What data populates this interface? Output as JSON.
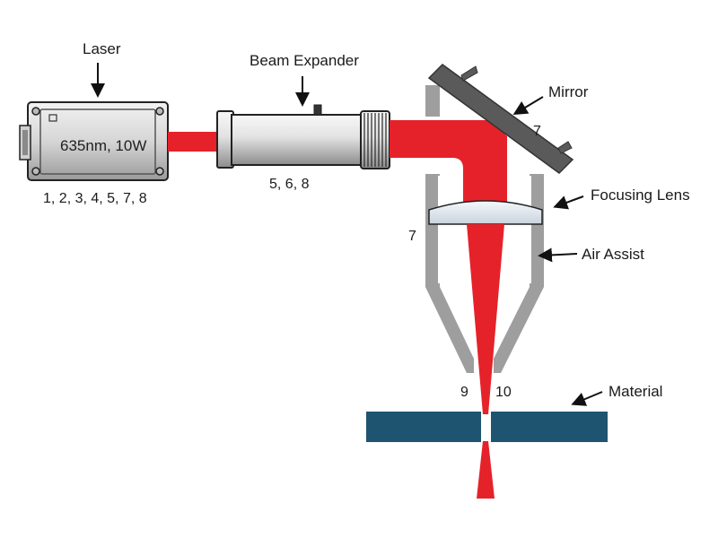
{
  "labels": {
    "laser": "Laser",
    "laser_spec": "635nm, 10W",
    "laser_refs": "1, 2, 3, 4, 5, 7, 8",
    "beam_expander": "Beam Expander",
    "beam_expander_refs": "5, 6, 8",
    "mirror": "Mirror",
    "mirror_ref": "7",
    "focusing_lens": "Focusing Lens",
    "nozzle_ref": "7",
    "air_assist": "Air Assist",
    "material": "Material",
    "ref_9": "9",
    "ref_10": "10"
  },
  "colors": {
    "beam": "#e5222a",
    "housing": "#9e9e9e",
    "mirror": "#5a5a5a",
    "material": "#1f5470",
    "laser_body": "#c9c9c9",
    "outline": "#222222"
  }
}
